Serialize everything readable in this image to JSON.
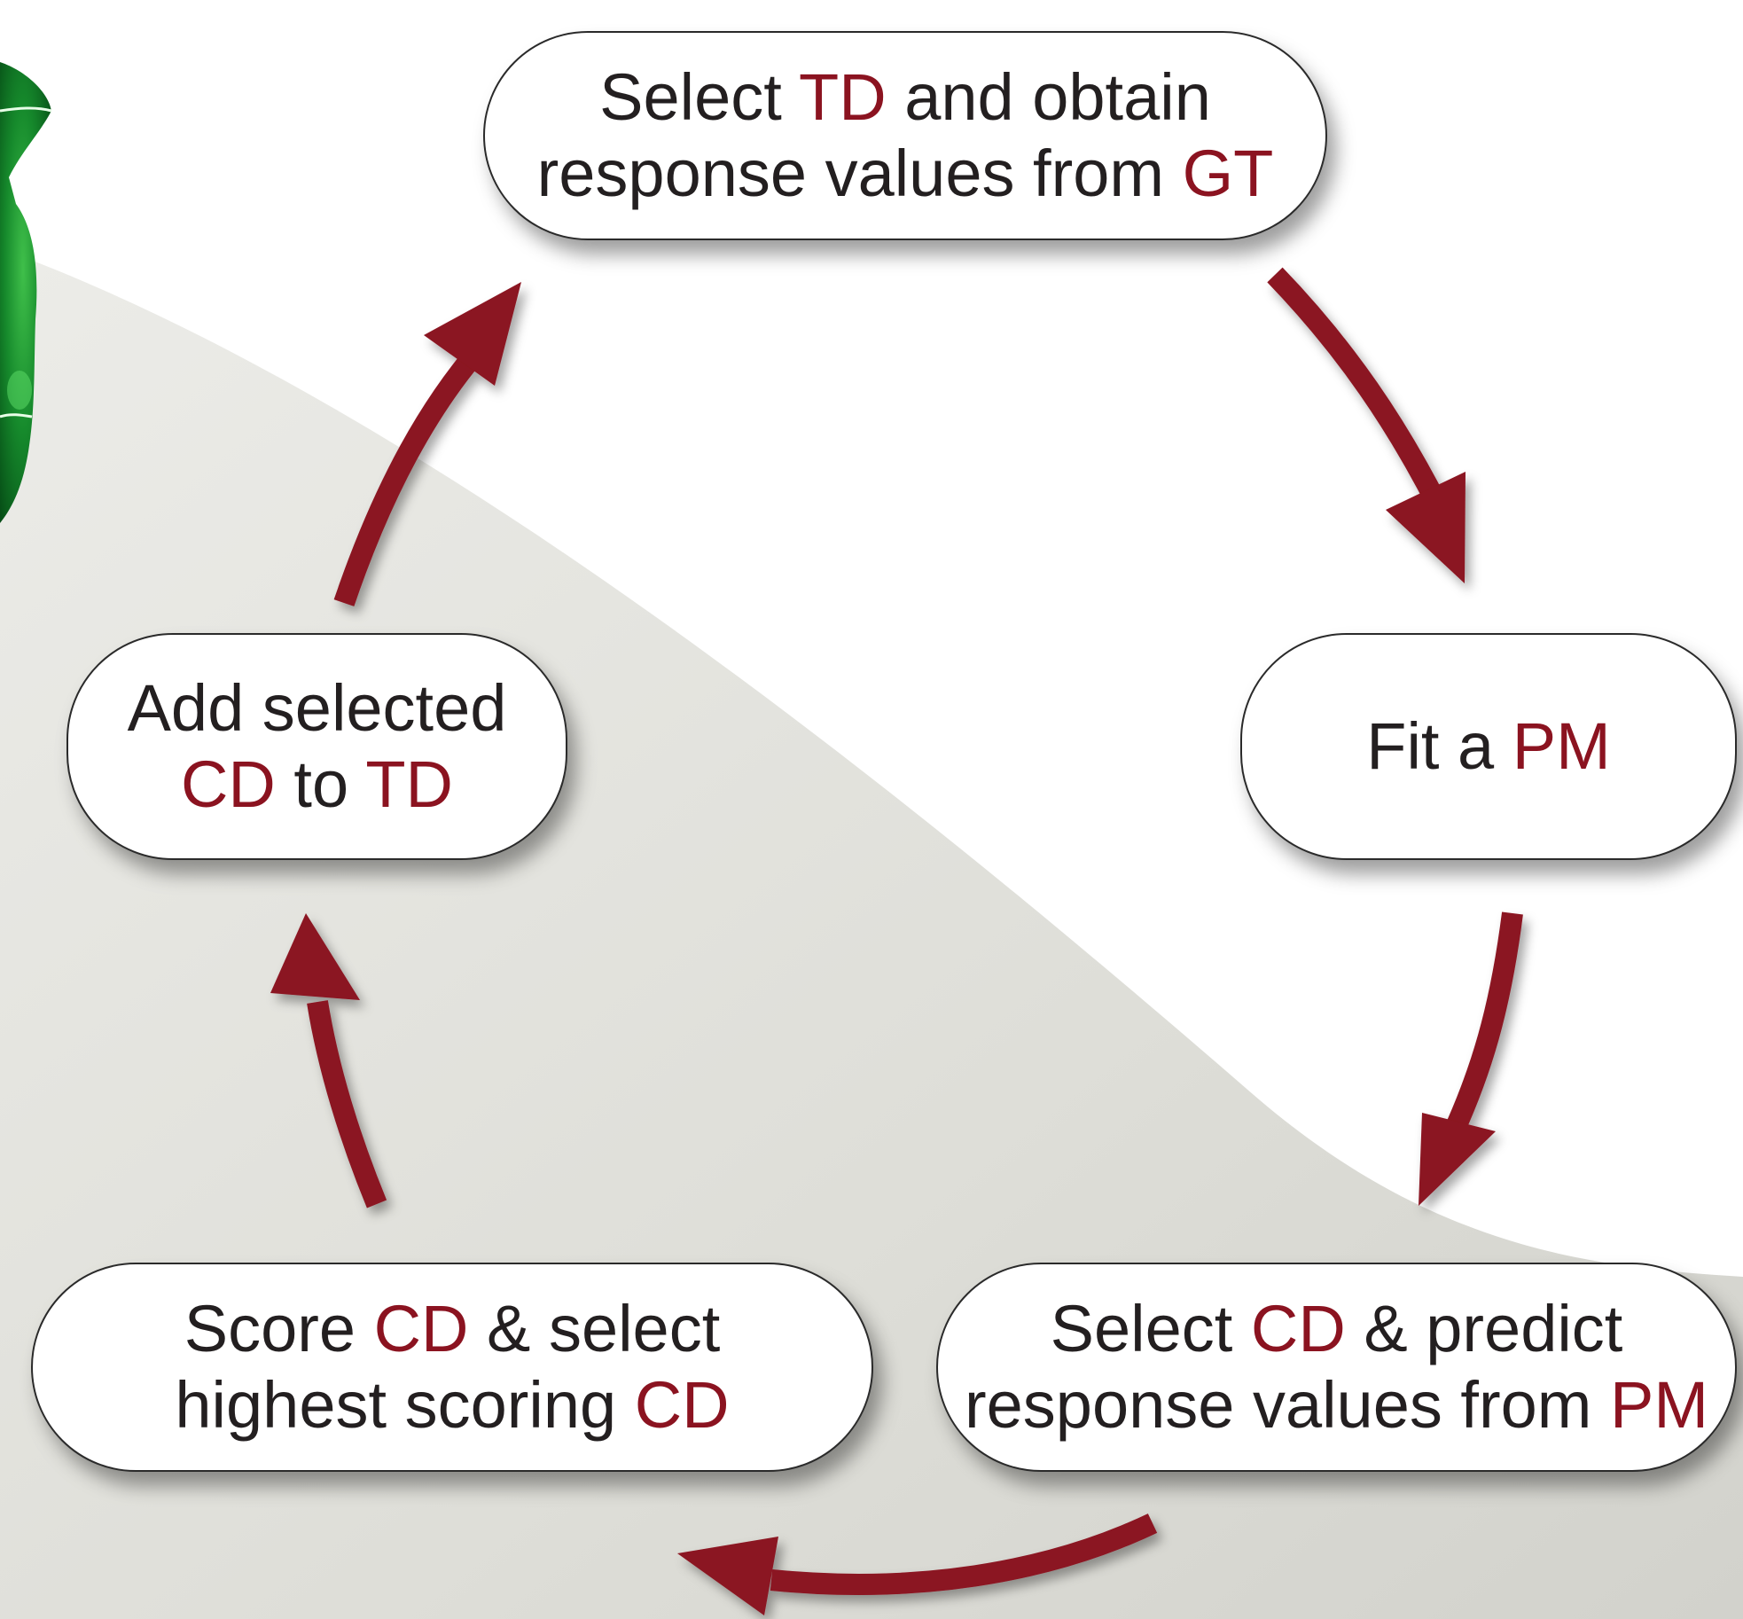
{
  "colors": {
    "highlight": "#8b1320",
    "arrow": "#8b1320",
    "text": "#231f20",
    "node_fill": "#ffffff",
    "node_border": "#2a2a2a",
    "background_light": "#ffffff",
    "background_shade": "#dcdcd6"
  },
  "nodes": {
    "select_td": {
      "line1": {
        "a": "Select ",
        "b": "TD",
        "c": " and obtain"
      },
      "line2": {
        "a": "response values from ",
        "b": "GT"
      }
    },
    "fit_pm": {
      "line1": {
        "a": "Fit a ",
        "b": "PM"
      }
    },
    "select_cd": {
      "line1": {
        "a": "Select ",
        "b": "CD",
        "c": " & predict"
      },
      "line2": {
        "a": "response values from ",
        "b": "PM"
      }
    },
    "score_cd": {
      "line1": {
        "a": "Score ",
        "b": "CD",
        "c": " & select"
      },
      "line2": {
        "a": "highest scoring ",
        "b": "CD"
      }
    },
    "add_cd": {
      "line1": {
        "a": "Add selected"
      },
      "line2": {
        "a": "CD",
        "b": " to ",
        "c": "TD"
      }
    }
  },
  "decorations": {
    "molecule_icon": "green-molecule-ribbon"
  }
}
